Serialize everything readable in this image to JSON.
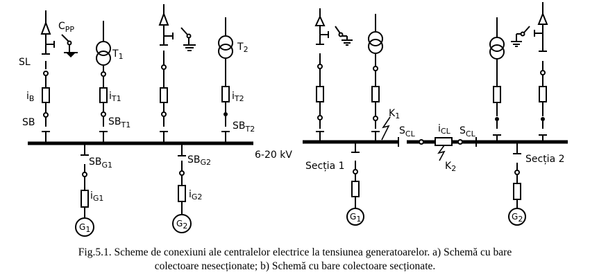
{
  "diagram_a": {
    "labels": {
      "cpp": "C",
      "cpp_sub": "PP",
      "sl": "SL",
      "ib": "i",
      "ib_sub": "B",
      "sb": "SB",
      "t1": "T",
      "t1_sub": "1",
      "it1": "i",
      "it1_sub": "T1",
      "sbt1": "SB",
      "sbt1_sub": "T1",
      "t2": "T",
      "t2_sub": "2",
      "it2": "i",
      "it2_sub": "T2",
      "sbt2": "SB",
      "sbt2_sub": "T2",
      "sbg1": "SB",
      "sbg1_sub": "G1",
      "ig1": "i",
      "ig1_sub": "G1",
      "sbg2": "SB",
      "sbg2_sub": "G2",
      "ig2": "i",
      "ig2_sub": "G2",
      "g1": "G",
      "g1_sub": "1",
      "g2": "G",
      "g2_sub": "2",
      "voltage": "6-20 kV"
    }
  },
  "diagram_b": {
    "labels": {
      "k1": "K",
      "k1_sub": "1",
      "k2": "K",
      "k2_sub": "2",
      "scl_left": "S",
      "scl_left_sub": "CL",
      "icl": "i",
      "icl_sub": "CL",
      "scl_right": "S",
      "scl_right_sub": "CL",
      "section1": "Secția 1",
      "section2": "Secția 2",
      "g1": "G",
      "g1_sub": "1",
      "g2": "G",
      "g2_sub": "2"
    }
  },
  "caption": {
    "line1": "Fig.5.1. Scheme de conexiuni ale centralelor electrice la tensiunea generatoarelor. a) Schemă cu bare",
    "line2": "colectoare nesecționate; b) Schemă cu bare colectoare secționate."
  }
}
